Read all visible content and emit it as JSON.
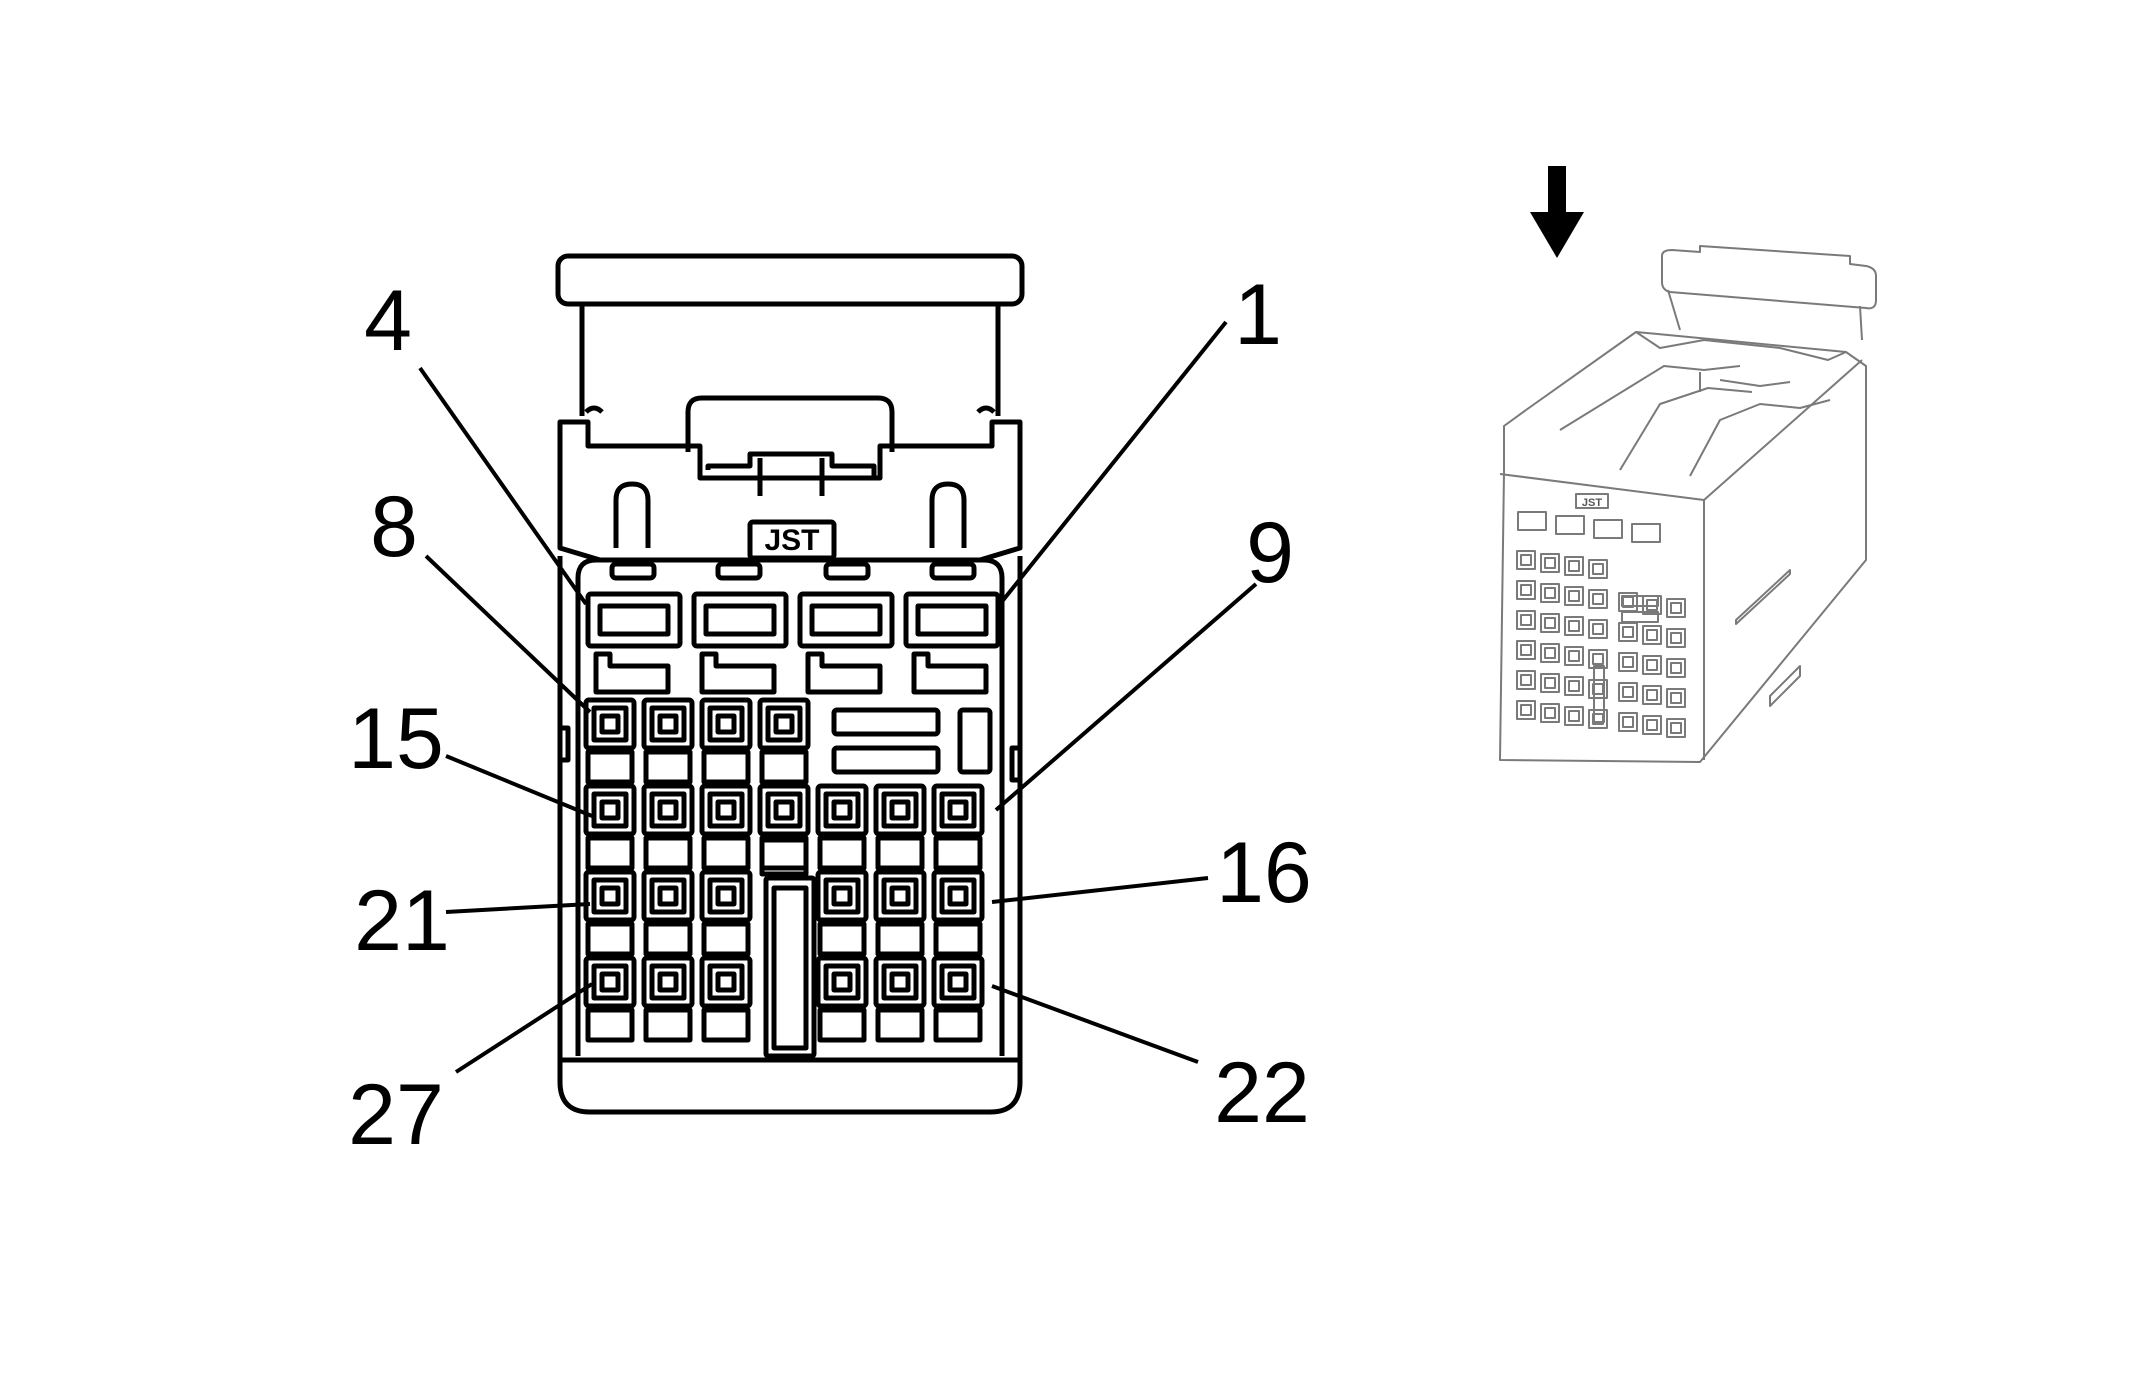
{
  "connector": {
    "brand_mark": "JST",
    "pin_labels": [
      "4",
      "1",
      "8",
      "9",
      "15",
      "16",
      "21",
      "27",
      "22"
    ]
  },
  "callouts": [
    {
      "label": "4",
      "pin": 4
    },
    {
      "label": "1",
      "pin": 1
    },
    {
      "label": "8",
      "pin": 8
    },
    {
      "label": "9",
      "pin": 9
    },
    {
      "label": "15",
      "pin": 15
    },
    {
      "label": "16",
      "pin": 16
    },
    {
      "label": "21",
      "pin": 21
    },
    {
      "label": "27",
      "pin": 27
    },
    {
      "label": "22",
      "pin": 22
    }
  ],
  "view_indicator": {
    "icon": "view-direction-arrow-icon"
  }
}
